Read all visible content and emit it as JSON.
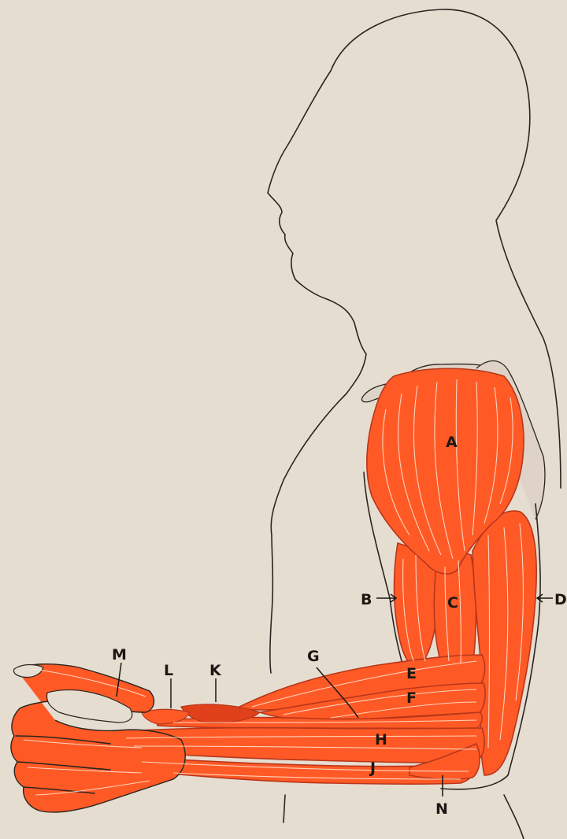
{
  "labels": {
    "A": "A",
    "B": "B",
    "C": "C",
    "D": "D",
    "E": "E",
    "F": "F",
    "G": "G",
    "H": "H",
    "J": "J",
    "K": "K",
    "L": "L",
    "M": "M",
    "N": "N"
  },
  "colors": {
    "paper": "#e6ddd1",
    "muscle": "#ff5a26",
    "muscle_dark": "#e0401a",
    "fiber": "#ffe9d8",
    "ink": "#2a2520",
    "bone": "#d9cfc4"
  }
}
